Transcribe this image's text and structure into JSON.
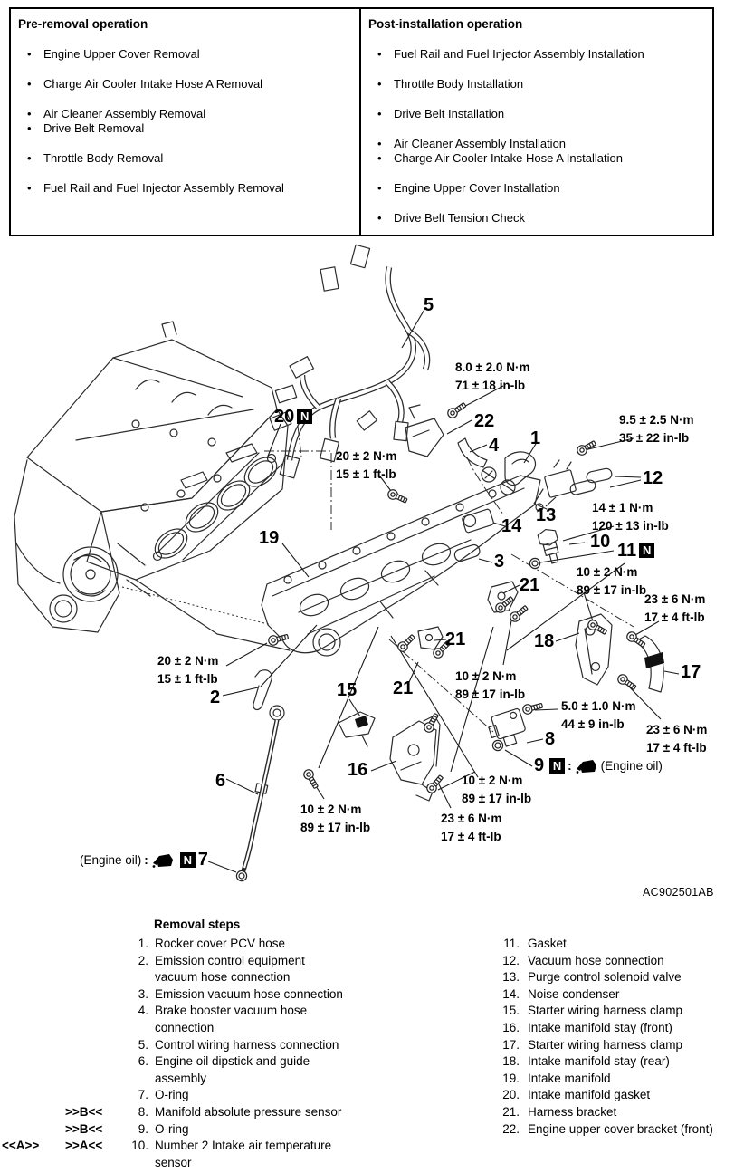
{
  "ops_table": {
    "pre": {
      "title": "Pre-removal operation",
      "items": [
        "Engine Upper Cover Removal",
        "Charge Air Cooler Intake Hose A Removal",
        "Air Cleaner Assembly Removal",
        "Drive Belt Removal",
        "Throttle Body Removal",
        "Fuel Rail and Fuel Injector Assembly Removal"
      ]
    },
    "post": {
      "title": "Post-installation operation",
      "items": [
        "Fuel Rail and Fuel Injector Assembly Installation",
        "Throttle Body Installation",
        "Drive Belt Installation",
        "Air Cleaner Assembly Installation",
        "Charge Air Cooler Intake Hose A Installation",
        "Engine Upper Cover Installation",
        "Drive Belt Tension Check"
      ]
    }
  },
  "callouts": [
    "5",
    "20",
    "22",
    "4",
    "1",
    "12",
    "13",
    "14",
    "10",
    "11",
    "19",
    "3",
    "21",
    "18",
    "17",
    "21",
    "2",
    "21",
    "15",
    "16",
    "6",
    "8",
    "9",
    "7"
  ],
  "torques": [
    {
      "a": "8.0 ± 2.0 N·m",
      "b": "71 ± 18 in-lb"
    },
    {
      "a": "9.5 ± 2.5 N·m",
      "b": "35 ± 22 in-lb"
    },
    {
      "a": "20 ± 2 N·m",
      "b": "15 ± 1 ft-lb"
    },
    {
      "a": "14 ± 1 N·m",
      "b": "120 ± 13 in-lb"
    },
    {
      "a": "10 ± 2 N·m",
      "b": "89 ± 17 in-lb"
    },
    {
      "a": "23 ± 6 N·m",
      "b": "17 ± 4 ft-lb"
    },
    {
      "a": "10 ± 2 N·m",
      "b": "89 ± 17 in-lb"
    },
    {
      "a": "20 ± 2 N·m",
      "b": "15 ± 1 ft-lb"
    },
    {
      "a": "5.0 ± 1.0 N·m",
      "b": "44 ± 9 in-lb"
    },
    {
      "a": "23 ± 6 N·m",
      "b": "17 ± 4 ft-lb"
    },
    {
      "a": "10 ± 2 N·m",
      "b": "89 ± 17 in-lb"
    },
    {
      "a": "10 ± 2 N·m",
      "b": "89 ± 17 in-lb"
    },
    {
      "a": "23 ± 6 N·m",
      "b": "17 ± 4 ft-lb"
    }
  ],
  "diagram": {
    "figure_code": "AC902501AB",
    "n_symbol": "N",
    "oil_label": "(Engine oil)",
    "colon": ":"
  },
  "steps": {
    "title": "Removal steps",
    "left": [
      {
        "num": "1.",
        "l1": "Rocker cover PCV hose"
      },
      {
        "num": "2.",
        "l1": "Emission control equipment",
        "l2": "vacuum hose connection"
      },
      {
        "num": "3.",
        "l1": "Emission vacuum hose connection"
      },
      {
        "num": "4.",
        "l1": "Brake booster vacuum hose",
        "l2": "connection"
      },
      {
        "num": "5.",
        "l1": "Control wiring harness connection"
      },
      {
        "num": "6.",
        "l1": "Engine oil dipstick and guide",
        "l2": "assembly"
      },
      {
        "num": "7.",
        "l1": "O-ring"
      },
      {
        "num": "8.",
        "l1": "Manifold absolute pressure sensor",
        "m2": ">>B<<"
      },
      {
        "num": "9.",
        "l1": "O-ring",
        "m2": ">>B<<"
      },
      {
        "num": "10.",
        "l1": "Number 2 Intake air temperature",
        "l2": "sensor",
        "m1": "<<A>>",
        "m2": ">>A<<"
      }
    ],
    "right": [
      {
        "num": "11.",
        "l1": "Gasket"
      },
      {
        "num": "12.",
        "l1": "Vacuum hose connection"
      },
      {
        "num": "13.",
        "l1": "Purge control solenoid valve"
      },
      {
        "num": "14.",
        "l1": "Noise condenser"
      },
      {
        "num": "15.",
        "l1": "Starter wiring harness clamp"
      },
      {
        "num": "16.",
        "l1": "Intake manifold stay (front)"
      },
      {
        "num": "17.",
        "l1": "Starter wiring harness clamp"
      },
      {
        "num": "18.",
        "l1": "Intake manifold stay (rear)"
      },
      {
        "num": "19.",
        "l1": "Intake manifold"
      },
      {
        "num": "20.",
        "l1": "Intake manifold gasket"
      },
      {
        "num": "21.",
        "l1": "Harness bracket"
      },
      {
        "num": "22.",
        "l1": "Engine upper cover bracket (front)"
      }
    ]
  }
}
